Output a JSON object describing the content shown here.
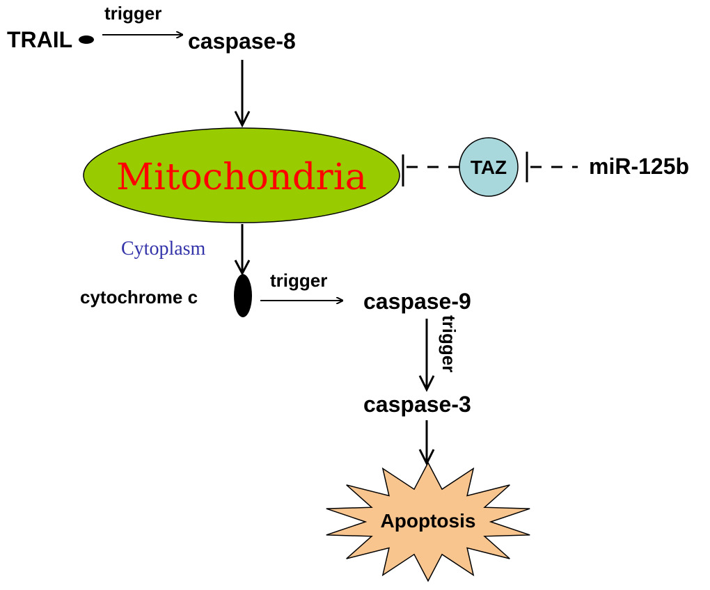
{
  "nodes": {
    "trail": "TRAIL",
    "caspase8": "caspase-8",
    "mitochondria": "Mitochondria",
    "taz": "TAZ",
    "mir125b": "miR-125b",
    "cytoplasm": "Cytoplasm",
    "cytochrome_c": "cytochrome c",
    "caspase9": "caspase-9",
    "caspase3": "caspase-3",
    "apoptosis": "Apoptosis"
  },
  "edges": {
    "trail_to_caspase8": "trigger",
    "cytochrome_to_caspase9": "trigger",
    "caspase9_to_caspase3": "trigger"
  },
  "colors": {
    "mitochondria_fill": "#99cc00",
    "mitochondria_text": "#ff0000",
    "taz_fill": "#a8d8dc",
    "apoptosis_fill": "#f9c58f",
    "cytoplasm_text": "#3333aa"
  }
}
